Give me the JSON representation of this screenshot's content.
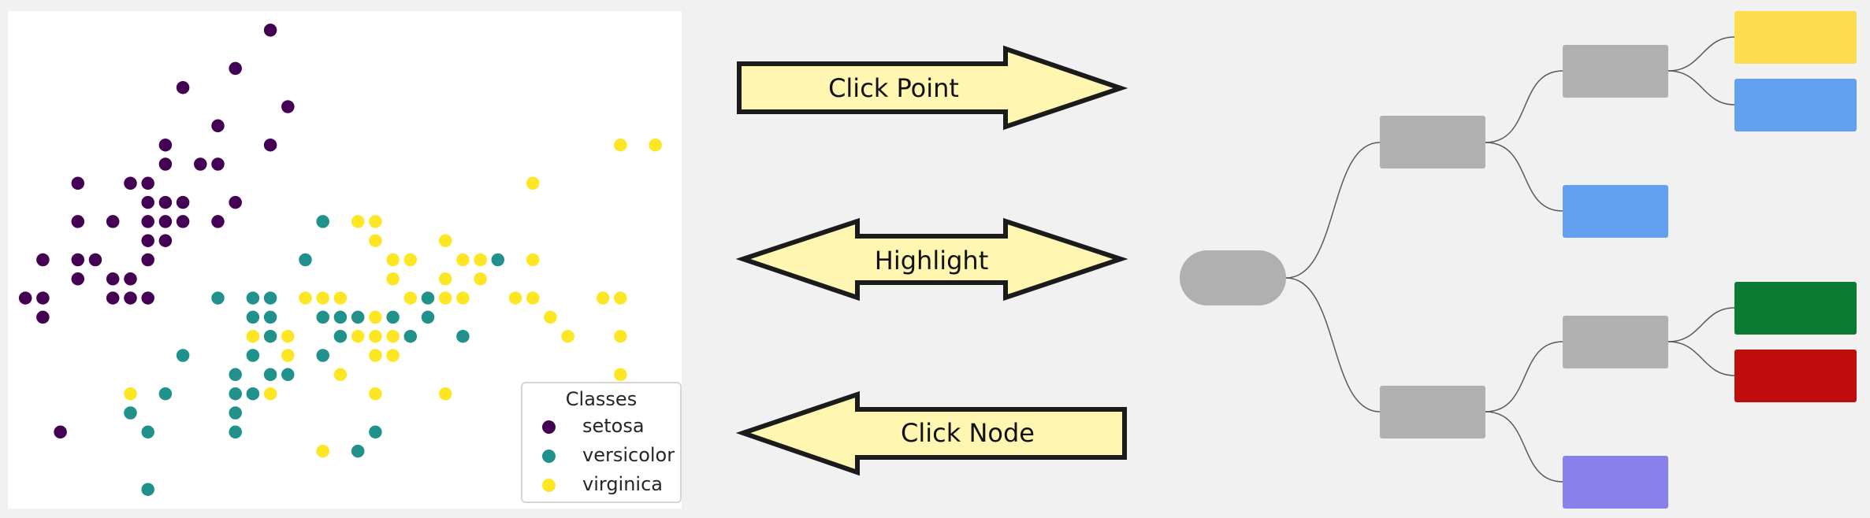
{
  "chart_data": {
    "type": "scatter",
    "title": "",
    "xlabel": "",
    "ylabel": "",
    "xlim": [
      4.2,
      8.05
    ],
    "ylim": [
      1.9,
      4.5
    ],
    "grid": false,
    "legend": {
      "title": "Classes",
      "position": "bottom-right",
      "entries": [
        "setosa",
        "versicolor",
        "virginica"
      ]
    },
    "series": [
      {
        "name": "setosa",
        "color": "#440154",
        "points": [
          [
            5.1,
            3.5
          ],
          [
            4.9,
            3.0
          ],
          [
            4.7,
            3.2
          ],
          [
            4.6,
            3.1
          ],
          [
            5.0,
            3.6
          ],
          [
            5.4,
            3.9
          ],
          [
            4.6,
            3.4
          ],
          [
            5.0,
            3.4
          ],
          [
            4.4,
            2.9
          ],
          [
            4.9,
            3.1
          ],
          [
            5.4,
            3.7
          ],
          [
            4.8,
            3.4
          ],
          [
            4.8,
            3.0
          ],
          [
            4.3,
            3.0
          ],
          [
            5.8,
            4.0
          ],
          [
            5.7,
            4.4
          ],
          [
            5.4,
            3.9
          ],
          [
            5.1,
            3.5
          ],
          [
            5.7,
            3.8
          ],
          [
            5.1,
            3.8
          ],
          [
            5.4,
            3.4
          ],
          [
            5.1,
            3.7
          ],
          [
            4.6,
            3.6
          ],
          [
            5.1,
            3.3
          ],
          [
            4.8,
            3.4
          ],
          [
            5.0,
            3.0
          ],
          [
            5.0,
            3.4
          ],
          [
            5.2,
            3.5
          ],
          [
            5.2,
            3.4
          ],
          [
            4.7,
            3.2
          ],
          [
            4.8,
            3.1
          ],
          [
            5.4,
            3.4
          ],
          [
            5.2,
            4.1
          ],
          [
            5.5,
            4.2
          ],
          [
            4.9,
            3.1
          ],
          [
            5.0,
            3.2
          ],
          [
            5.5,
            3.5
          ],
          [
            4.9,
            3.6
          ],
          [
            4.4,
            3.0
          ],
          [
            5.1,
            3.4
          ],
          [
            5.0,
            3.5
          ],
          [
            4.5,
            2.3
          ],
          [
            4.4,
            3.2
          ],
          [
            5.0,
            3.5
          ],
          [
            5.1,
            3.8
          ],
          [
            4.8,
            3.0
          ],
          [
            5.1,
            3.8
          ],
          [
            4.6,
            3.2
          ],
          [
            5.3,
            3.7
          ],
          [
            5.0,
            3.3
          ]
        ]
      },
      {
        "name": "versicolor",
        "color": "#21918c",
        "points": [
          [
            7.0,
            3.2
          ],
          [
            6.4,
            3.2
          ],
          [
            6.9,
            3.1
          ],
          [
            5.5,
            2.3
          ],
          [
            6.5,
            2.8
          ],
          [
            5.7,
            2.8
          ],
          [
            6.3,
            3.3
          ],
          [
            4.9,
            2.4
          ],
          [
            6.6,
            2.9
          ],
          [
            5.2,
            2.7
          ],
          [
            5.0,
            2.0
          ],
          [
            5.9,
            3.0
          ],
          [
            6.0,
            2.2
          ],
          [
            6.1,
            2.9
          ],
          [
            5.6,
            2.9
          ],
          [
            6.7,
            3.1
          ],
          [
            5.6,
            3.0
          ],
          [
            5.8,
            2.7
          ],
          [
            6.2,
            2.2
          ],
          [
            5.6,
            2.5
          ],
          [
            5.9,
            3.2
          ],
          [
            6.1,
            2.8
          ],
          [
            6.3,
            2.5
          ],
          [
            6.1,
            2.8
          ],
          [
            6.4,
            2.9
          ],
          [
            6.6,
            3.0
          ],
          [
            6.8,
            2.8
          ],
          [
            6.7,
            3.0
          ],
          [
            6.0,
            2.9
          ],
          [
            5.7,
            2.6
          ],
          [
            5.5,
            2.4
          ],
          [
            5.5,
            2.4
          ],
          [
            5.8,
            2.7
          ],
          [
            6.0,
            2.7
          ],
          [
            5.4,
            3.0
          ],
          [
            6.0,
            3.4
          ],
          [
            6.7,
            3.1
          ],
          [
            6.3,
            2.3
          ],
          [
            5.6,
            3.0
          ],
          [
            5.5,
            2.5
          ],
          [
            5.5,
            2.6
          ],
          [
            6.1,
            3.0
          ],
          [
            5.8,
            2.6
          ],
          [
            5.0,
            2.3
          ],
          [
            5.6,
            2.7
          ],
          [
            5.7,
            3.0
          ],
          [
            5.7,
            2.9
          ],
          [
            6.2,
            2.9
          ],
          [
            5.1,
            2.5
          ],
          [
            5.7,
            2.8
          ]
        ]
      },
      {
        "name": "virginica",
        "color": "#fde725",
        "points": [
          [
            6.3,
            3.3
          ],
          [
            5.8,
            2.7
          ],
          [
            7.1,
            3.0
          ],
          [
            6.3,
            2.9
          ],
          [
            6.5,
            3.0
          ],
          [
            7.6,
            3.0
          ],
          [
            4.9,
            2.5
          ],
          [
            7.3,
            2.9
          ],
          [
            6.7,
            2.5
          ],
          [
            7.2,
            3.6
          ],
          [
            6.5,
            3.2
          ],
          [
            6.4,
            2.7
          ],
          [
            6.8,
            3.0
          ],
          [
            5.7,
            2.5
          ],
          [
            5.8,
            2.8
          ],
          [
            6.4,
            3.2
          ],
          [
            6.5,
            3.0
          ],
          [
            7.7,
            3.8
          ],
          [
            7.7,
            2.6
          ],
          [
            6.0,
            2.2
          ],
          [
            6.9,
            3.2
          ],
          [
            5.6,
            2.8
          ],
          [
            7.7,
            2.8
          ],
          [
            6.3,
            2.7
          ],
          [
            6.7,
            3.3
          ],
          [
            7.2,
            3.2
          ],
          [
            6.2,
            2.8
          ],
          [
            6.1,
            3.0
          ],
          [
            6.4,
            2.8
          ],
          [
            7.2,
            3.0
          ],
          [
            7.4,
            2.8
          ],
          [
            7.9,
            3.8
          ],
          [
            6.4,
            2.8
          ],
          [
            6.3,
            2.8
          ],
          [
            6.1,
            2.6
          ],
          [
            7.7,
            3.0
          ],
          [
            6.3,
            3.4
          ],
          [
            6.4,
            3.1
          ],
          [
            6.0,
            3.0
          ],
          [
            6.9,
            3.1
          ],
          [
            6.7,
            3.1
          ],
          [
            6.9,
            3.1
          ],
          [
            5.8,
            2.7
          ],
          [
            6.8,
            3.2
          ],
          [
            6.7,
            3.3
          ],
          [
            6.7,
            3.0
          ],
          [
            6.3,
            2.5
          ],
          [
            6.5,
            3.0
          ],
          [
            6.2,
            3.4
          ],
          [
            5.9,
            3.0
          ]
        ]
      }
    ]
  },
  "arrows": [
    {
      "id": "click-point",
      "label": "Click Point",
      "direction": "right"
    },
    {
      "id": "highlight",
      "label": "Highlight",
      "direction": "both"
    },
    {
      "id": "click-node",
      "label": "Click Node",
      "direction": "left"
    }
  ],
  "colors": {
    "arrow_fill": "#fff6b2",
    "arrow_stroke": "#1b1b1b",
    "node_gray": "#b0b0b0",
    "node_yellow": "#fddc4f",
    "node_blue": "#64a0f0",
    "node_green": "#0b7a32",
    "node_red": "#bf0d0d",
    "node_purple": "#8a80ea",
    "edge": "#5a5a5a"
  }
}
